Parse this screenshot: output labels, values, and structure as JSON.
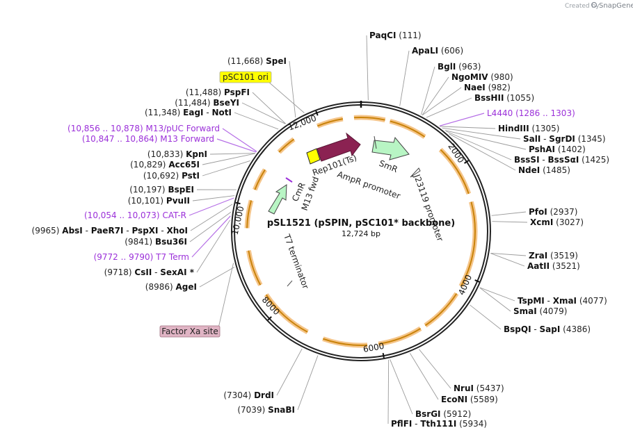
{
  "credit": {
    "prefix": "Created by",
    "brand": "SnapGene"
  },
  "plasmid": {
    "name": "pSL1521 (pSPIN, pSC101* backbone)",
    "size_label": "12,724 bp",
    "length": 12724
  },
  "ticks": [
    {
      "pos": 2000,
      "label": "2000"
    },
    {
      "pos": 4000,
      "label": "4000"
    },
    {
      "pos": 6000,
      "label": "6000"
    },
    {
      "pos": 8000,
      "label": "8000"
    },
    {
      "pos": 10000,
      "label": "10,000"
    },
    {
      "pos": 12000,
      "label": "12,000"
    }
  ],
  "sites": [
    {
      "name": "PaqCI",
      "pos": "(111)",
      "bp": 111
    },
    {
      "name": "ApaLI",
      "pos": "(606)",
      "bp": 606
    },
    {
      "name": "BglI",
      "pos": "(963)",
      "bp": 963
    },
    {
      "name": "NgoMIV",
      "pos": "(980)",
      "bp": 980
    },
    {
      "name": "NaeI",
      "pos": "(982)",
      "bp": 982
    },
    {
      "name": "BssHII",
      "pos": "(1055)",
      "bp": 1055
    },
    {
      "name": "L4440",
      "pos": "(1286 .. 1303)",
      "bp": 1295,
      "primer": true
    },
    {
      "name": "HindIII",
      "pos": "(1305)",
      "bp": 1305
    },
    {
      "name": "SalI - SgrDI",
      "pos": "(1345)",
      "bp": 1345
    },
    {
      "name": "PshAI",
      "pos": "(1402)",
      "bp": 1402
    },
    {
      "name": "BssSI - BssSαI",
      "pos": "(1425)",
      "bp": 1425
    },
    {
      "name": "NdeI",
      "pos": "(1485)",
      "bp": 1485
    },
    {
      "name": "PfoI",
      "pos": "(2937)",
      "bp": 2937
    },
    {
      "name": "XcmI",
      "pos": "(3027)",
      "bp": 3027
    },
    {
      "name": "ZraI",
      "pos": "(3519)",
      "bp": 3519
    },
    {
      "name": "AatII",
      "pos": "(3521)",
      "bp": 3521
    },
    {
      "name": "TspMI - XmaI",
      "pos": "(4077)",
      "bp": 4077
    },
    {
      "name": "SmaI",
      "pos": "(4079)",
      "bp": 4079
    },
    {
      "name": "BspQI - SapI",
      "pos": "(4386)",
      "bp": 4386
    },
    {
      "name": "NruI",
      "pos": "(5437)",
      "bp": 5437
    },
    {
      "name": "EcoNI",
      "pos": "(5589)",
      "bp": 5589
    },
    {
      "name": "BsrGI",
      "pos": "(5912)",
      "bp": 5912
    },
    {
      "name": "PflFI - Tth111I",
      "pos": "(5934)",
      "bp": 5934
    },
    {
      "name": "SnaBI",
      "pos": "(7039)",
      "bp": 7039
    },
    {
      "name": "DrdI",
      "pos": "(7304)",
      "bp": 7304
    },
    {
      "name": "AgeI",
      "pos": "(8986)",
      "bp": 8986
    },
    {
      "name": "CsII - SexAI *",
      "pos": "(9718)",
      "bp": 9718
    },
    {
      "name": "T7 Term",
      "pos": "(9772 .. 9790)",
      "bp": 9781,
      "primer": true
    },
    {
      "name": "Bsu36I",
      "pos": "(9841)",
      "bp": 9841
    },
    {
      "name": "AbsI - PaeR7I - PspXI - XhoI",
      "pos": "(9965)",
      "bp": 9965
    },
    {
      "name": "CAT-R",
      "pos": "(10,054 .. 10,073)",
      "bp": 10063,
      "primer": true
    },
    {
      "name": "PvuII",
      "pos": "(10,101)",
      "bp": 10101
    },
    {
      "name": "BspEI",
      "pos": "(10,197)",
      "bp": 10197
    },
    {
      "name": "PstI",
      "pos": "(10,692)",
      "bp": 10692
    },
    {
      "name": "Acc65I",
      "pos": "(10,829)",
      "bp": 10829
    },
    {
      "name": "KpnI",
      "pos": "(10,833)",
      "bp": 10833
    },
    {
      "name": "M13 Forward",
      "pos": "(10,847 .. 10,864)",
      "bp": 10855,
      "primer": true
    },
    {
      "name": "M13/pUC Forward",
      "pos": "(10,856 .. 10,878)",
      "bp": 10867,
      "primer": true
    },
    {
      "name": "EagI - NotI",
      "pos": "(11,348)",
      "bp": 11348
    },
    {
      "name": "BseYI",
      "pos": "(11,484)",
      "bp": 11484
    },
    {
      "name": "PspFI",
      "pos": "(11,488)",
      "bp": 11488
    },
    {
      "name": "SpeI",
      "pos": "(11,668)",
      "bp": 11668
    }
  ],
  "features": [
    {
      "name": "Rep101(Ts)",
      "start": 11990,
      "end": 480,
      "color": "#8b2252"
    },
    {
      "name": "SmR",
      "start": 150,
      "end": 900,
      "color": "#b8f5c4"
    },
    {
      "name": "AmpR promoter",
      "start": 120,
      "end": 230,
      "color": "#ffffff"
    },
    {
      "name": "J23119 promoter",
      "start": 1300,
      "end": 1335,
      "color": "#ffffff"
    },
    {
      "name": "CmR",
      "start": 11000,
      "end": 11450,
      "color": "#b8f5c4"
    },
    {
      "name": "M13 fwd",
      "start": 10840,
      "end": 10870,
      "color": "#9b30d9"
    },
    {
      "name": "T7 terminator",
      "start": 9770,
      "end": 9800,
      "color": "#888888"
    },
    {
      "name": "pSC101 ori",
      "start": 11700,
      "end": 11950,
      "color": "#ffff00"
    },
    {
      "name": "Factor Xa site",
      "start": 9040,
      "end": 9060,
      "color": "#e8b4c4"
    }
  ],
  "boxed_labels": [
    {
      "name": "pSC101 ori",
      "color": "#ffff00"
    },
    {
      "name": "Factor Xa site",
      "color": "#e0b4c4"
    }
  ]
}
